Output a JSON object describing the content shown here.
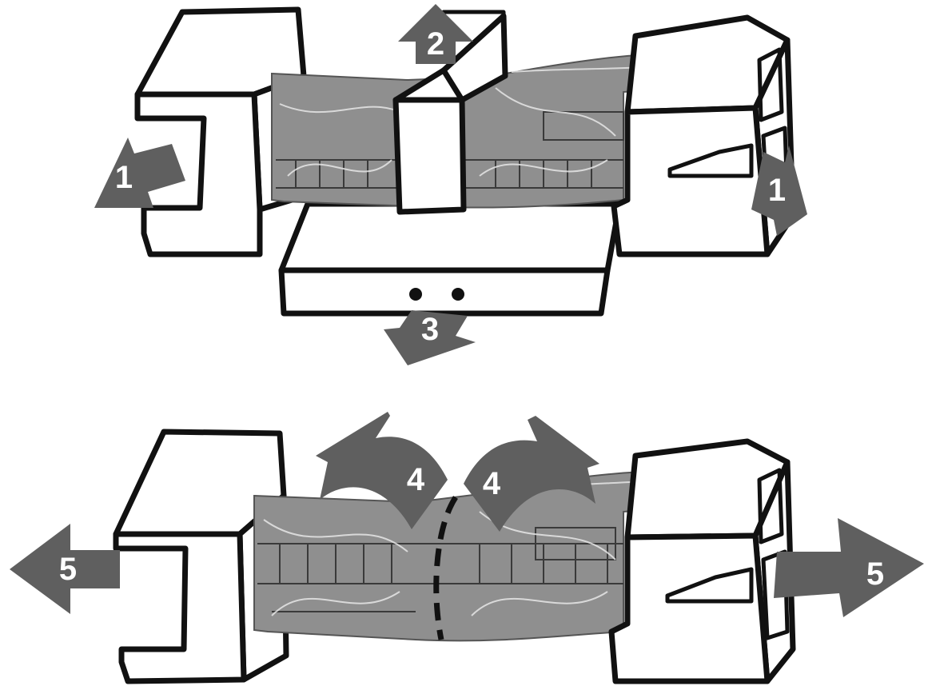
{
  "colors": {
    "arrow": "#5f5f5f",
    "wrap": "#8f8f8f",
    "outline": "#111111",
    "background": "#ffffff"
  },
  "steps": {
    "pull_left_top": "1",
    "pull_right_top": "1",
    "lift_top_piece": "2",
    "remove_bottom_tray": "3",
    "unfold_left": "4",
    "unfold_right": "4",
    "pull_left_bottom": "5",
    "pull_right_bottom": "5"
  }
}
